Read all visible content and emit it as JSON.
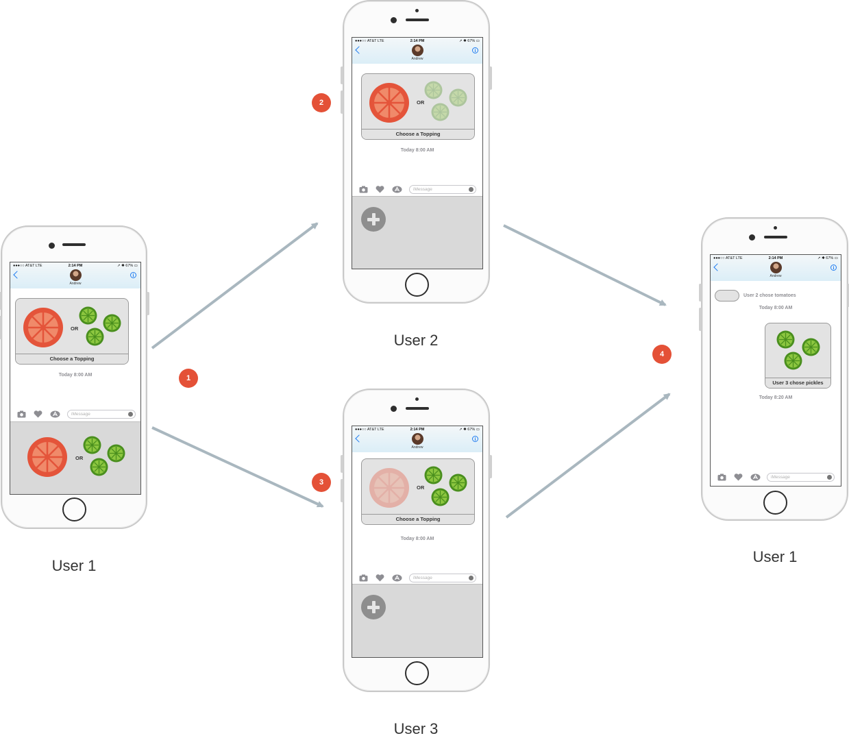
{
  "labels": {
    "user1_left": "User 1",
    "user2": "User 2",
    "user3": "User 3",
    "user1_right": "User 1"
  },
  "badges": [
    "1",
    "2",
    "3",
    "4"
  ],
  "common": {
    "carrier": "●●●○○ AT&T  LTE",
    "time": "2:14 PM",
    "battery": "➚ ✱ 67% ▭",
    "contact": "Andrew",
    "info_glyph": "i",
    "or": "OR",
    "input_placeholder": "iMessage"
  },
  "phone_user1": {
    "card_caption": "Choose a Topping",
    "timestamp": "Today 8:00 AM"
  },
  "phone_user2": {
    "card_caption": "Choose a Topping",
    "timestamp": "Today 8:00 AM"
  },
  "phone_user3": {
    "card_caption": "Choose a Topping",
    "timestamp": "Today 8:00 AM"
  },
  "phone_user1_final": {
    "summary_text": "User 2 chose tomatoes",
    "timestamp_1": "Today 8:00 AM",
    "card_caption": "User 3 chose pickles",
    "timestamp_2": "Today 8:20 AM"
  },
  "colors": {
    "badge": "#e45137",
    "arrow": "#a9b7bf",
    "tomato": "#e4543a",
    "pickle": "#6ab42f",
    "ios_blue": "#1e7bf0"
  },
  "icons": [
    "camera-icon",
    "heart-sticker-icon",
    "app-store-icon",
    "mic-icon",
    "plus-icon",
    "back-chevron-icon",
    "info-icon"
  ]
}
